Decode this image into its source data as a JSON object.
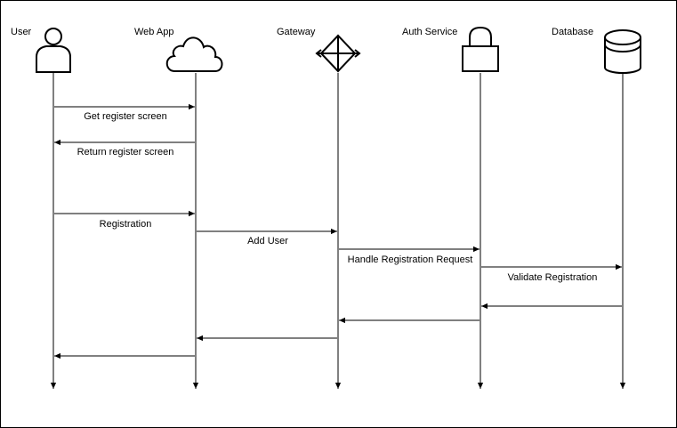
{
  "diagram": {
    "participants": [
      {
        "id": "user",
        "label": "User",
        "icon": "user-icon"
      },
      {
        "id": "webapp",
        "label": "Web App",
        "icon": "cloud-icon"
      },
      {
        "id": "gateway",
        "label": "Gateway",
        "icon": "gateway-icon"
      },
      {
        "id": "auth",
        "label": "Auth Service",
        "icon": "lock-icon"
      },
      {
        "id": "db",
        "label": "Database",
        "icon": "database-icon"
      }
    ],
    "messages": [
      {
        "from": "user",
        "to": "webapp",
        "label": "Get register screen"
      },
      {
        "from": "webapp",
        "to": "user",
        "label": "Return register screen"
      },
      {
        "from": "user",
        "to": "webapp",
        "label": "Registration"
      },
      {
        "from": "webapp",
        "to": "gateway",
        "label": "Add User"
      },
      {
        "from": "gateway",
        "to": "auth",
        "label": "Handle Registration Request"
      },
      {
        "from": "auth",
        "to": "db",
        "label": "Validate Registration"
      },
      {
        "from": "db",
        "to": "auth",
        "label": ""
      },
      {
        "from": "auth",
        "to": "gateway",
        "label": ""
      },
      {
        "from": "gateway",
        "to": "webapp",
        "label": ""
      },
      {
        "from": "webapp",
        "to": "user",
        "label": ""
      }
    ],
    "colors": {
      "stroke": "#000000",
      "background": "#ffffff"
    }
  }
}
